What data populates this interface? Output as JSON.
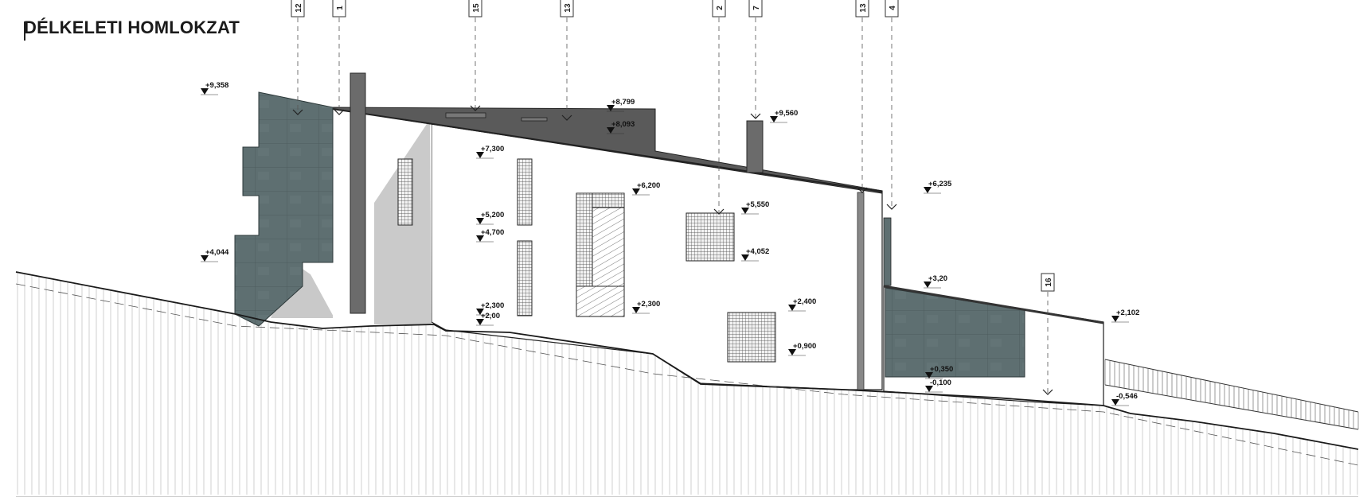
{
  "title": "DÉLKELETI HOMLOKZAT",
  "section_markers": [
    "12",
    "1",
    "15",
    "13",
    "2",
    "7",
    "13",
    "4",
    "16"
  ],
  "levels": [
    "+9,358",
    "+8,799",
    "+8,093",
    "+9,560",
    "+7,300",
    "+6,200",
    "+6,235",
    "+5,550",
    "+5,200",
    "+4,700",
    "+4,052",
    "+4,044",
    "+2,300",
    "+2,00",
    "+2,300",
    "+2,400",
    "+3,20",
    "+2,102",
    "+0,900",
    "+0,350",
    "-0,100",
    "-0,546"
  ],
  "colors": {
    "cladding": "#5e6f71",
    "cladding_dark": "#4e5d5f",
    "chimney": "#6b6b6b",
    "roof": "#555555",
    "shadow": "#c9c9c9",
    "ground_lines": "#9a9a9a",
    "outline": "#1f1f1f"
  }
}
